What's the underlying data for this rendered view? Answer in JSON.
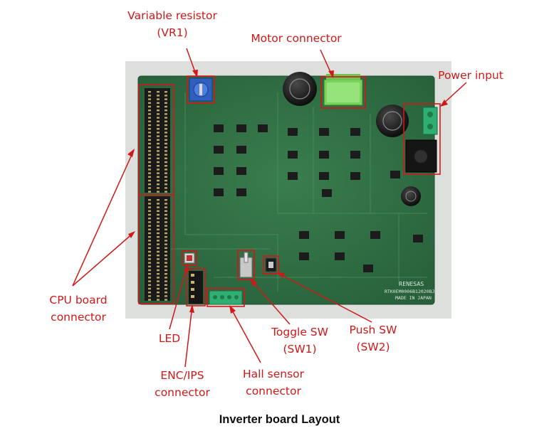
{
  "caption": "Inverter board Layout",
  "labels": {
    "vr1_line1": "Variable resistor",
    "vr1_line2": "(VR1)",
    "motor": "Motor connector",
    "power": "Power input",
    "cpu_line1": "CPU board",
    "cpu_line2": "connector",
    "led": "LED",
    "enc_line1": "ENC/IPS",
    "enc_line2": "connector",
    "hall_line1": "Hall sensor",
    "hall_line2": "connector",
    "toggle_line1": "Toggle SW",
    "toggle_line2": "(SW1)",
    "push_line1": "Push SW",
    "push_line2": "(SW2)"
  },
  "board_marking": {
    "brand": "RENESAS",
    "model": "RTK0EM0006B12020BJ",
    "origin": "MADE IN JAPAN"
  },
  "colors": {
    "annotation": "#d01818",
    "pcb": "#2f7044",
    "motor_connector": "#78d35a",
    "terminal": "#2fb072",
    "vr_knob": "#2f5fc0"
  }
}
